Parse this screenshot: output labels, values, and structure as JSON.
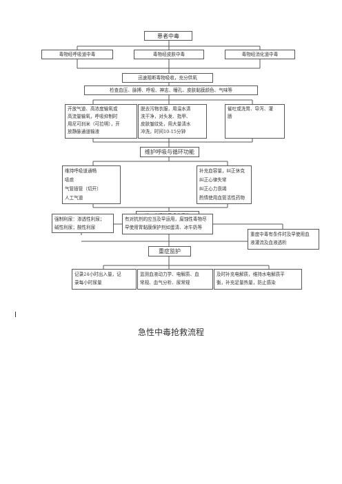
{
  "flow": {
    "top": "患者中毒",
    "routes": [
      "毒物经呼吸道中毒",
      "毒物经皮肤中毒",
      "毒物经消化道中毒"
    ],
    "block": "迅速阻断毒物吸收，充分供氧",
    "check": "检查血压、脉搏、呼吸、神志、瞳孔、皮肤黏膜颜色、气味等",
    "treatments": [
      "开放气道、高浓度输氧或\n高流量输氧，呼吸抑制时\n用尼可刹米（可拉明），开\n放静脉通道输液",
      "脱去污物衣服，用温水清\n洗干净，对头发、指甲、\n皮肤皱纹处，用大量清水\n冲洗，时间10-15分钟",
      "催吐或洗胃、导泻、灌\n肠"
    ],
    "maintain": "维护呼吸与循环功能",
    "support_left": "维持呼吸道通畅\n吸痰\n气管插管（切开）\n人工气道",
    "support_right": "补充血容量，纠正休克\n纠正心律失常\n纠正心力衰竭\n酌情使用血管活性药物",
    "clear": "进一步清除已吸收毒物",
    "clear_items": [
      "强制利尿：渗透性利尿；\n碱性利尿；酸性利尿",
      "有对抗剂的应当及早运用，腐蚀性毒物尽\n早使用胃黏膜保护剂如蛋清、冰牛奶等",
      "重度中毒有条件时及早使用血\n液灌流及血液透析"
    ],
    "monitor": "重症监护",
    "monitor_items": [
      "记录24小时出入量，记\n录每小时尿量",
      "监测血液动力学、电解质、血\n常规、血气分析、尿常规",
      "及时补充电解质，维持水电解质平\n衡，补充足量热量，防止感染"
    ]
  },
  "title": "急性中毒抢救流程"
}
